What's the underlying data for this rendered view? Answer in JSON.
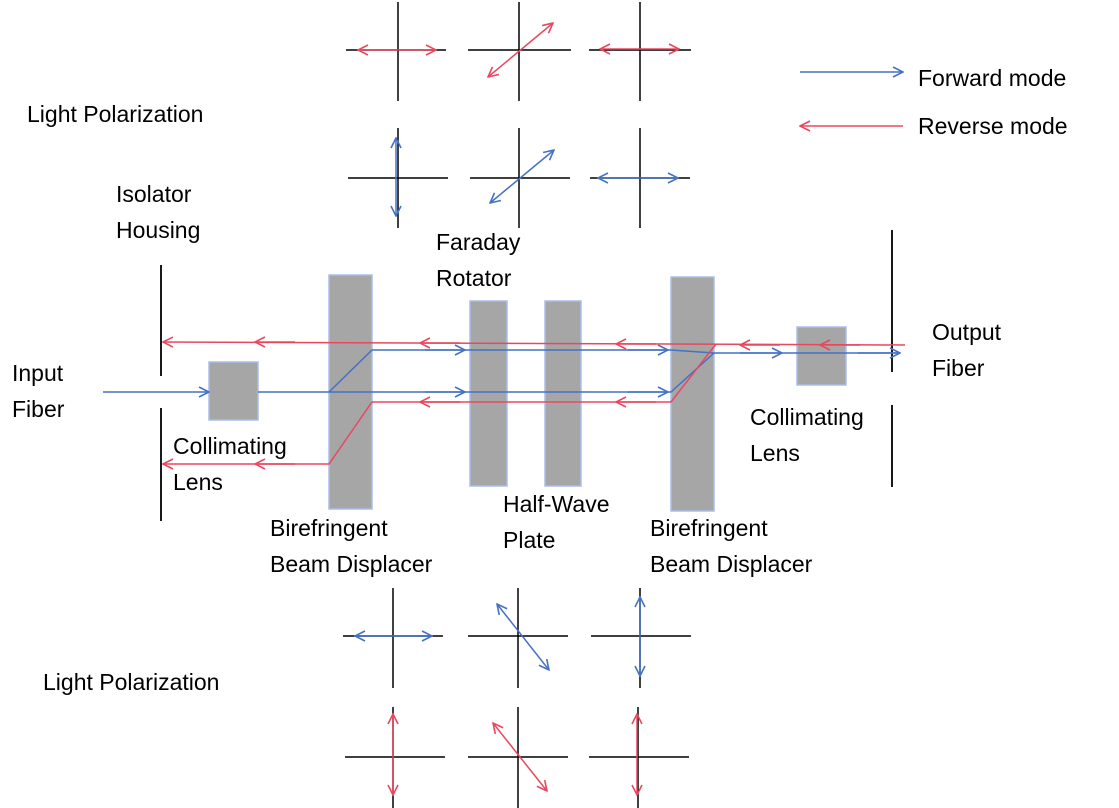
{
  "colors": {
    "forward": "#4472C4",
    "reverse": "#E8485F",
    "component_fill": "#A6A6A6",
    "component_border": "#A9BEE6",
    "axis": "#000000"
  },
  "legend": {
    "forward": "Forward mode",
    "reverse": "Reverse mode"
  },
  "labels": {
    "light_polarization_top": "Light Polarization",
    "light_polarization_bottom": "Light Polarization",
    "isolator_housing": [
      "Isolator",
      "Housing"
    ],
    "faraday_rotator": [
      "Faraday",
      "Rotator"
    ],
    "input_fiber": [
      "Input",
      "Fiber"
    ],
    "output_fiber": [
      "Output",
      "Fiber"
    ],
    "collimating_lens_left": [
      "Collimating",
      "Lens"
    ],
    "collimating_lens_right": [
      "Collimating",
      "Lens"
    ],
    "half_wave_plate": [
      "Half-Wave",
      "Plate"
    ],
    "birefringent_left": [
      "Birefringent",
      "Beam Displacer"
    ],
    "birefringent_right": [
      "Birefringent",
      "Beam Displacer"
    ]
  },
  "polarization": {
    "top_reverse": [
      "horizontal",
      "diagonal",
      "horizontal"
    ],
    "top_forward": [
      "vertical",
      "diagonal",
      "horizontal"
    ],
    "bottom_forward": [
      "horizontal",
      "anti-diagonal",
      "vertical"
    ],
    "bottom_reverse": [
      "vertical",
      "anti-diagonal",
      "vertical"
    ]
  }
}
